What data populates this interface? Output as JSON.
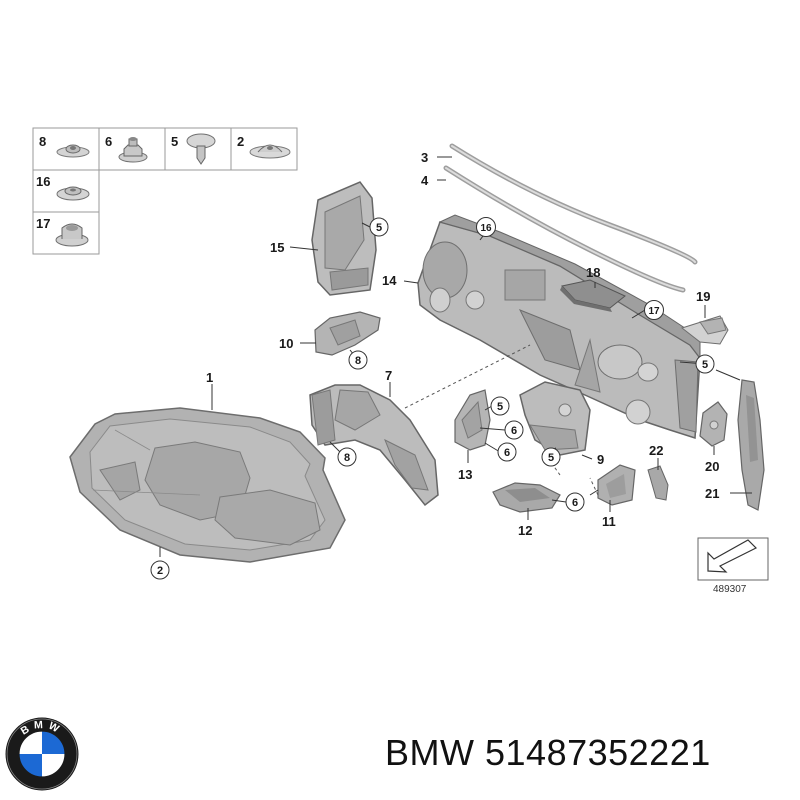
{
  "legend": {
    "cells": [
      {
        "number": "8",
        "icon": "flat-washer-nut"
      },
      {
        "number": "6",
        "icon": "hex-collar-nut"
      },
      {
        "number": "5",
        "icon": "push-rivet"
      },
      {
        "number": "2",
        "icon": "dome-clip"
      },
      {
        "number": "16",
        "icon": "round-clip"
      },
      {
        "number": "17",
        "icon": "spacer-clip"
      }
    ]
  },
  "callouts": [
    {
      "id": "1",
      "label": "1"
    },
    {
      "id": "3",
      "label": "3"
    },
    {
      "id": "4",
      "label": "4"
    },
    {
      "id": "7",
      "label": "7"
    },
    {
      "id": "9",
      "label": "9"
    },
    {
      "id": "10",
      "label": "10"
    },
    {
      "id": "11",
      "label": "11"
    },
    {
      "id": "12",
      "label": "12"
    },
    {
      "id": "13",
      "label": "13"
    },
    {
      "id": "14",
      "label": "14"
    },
    {
      "id": "15",
      "label": "15"
    },
    {
      "id": "18",
      "label": "18"
    },
    {
      "id": "19",
      "label": "19"
    },
    {
      "id": "20",
      "label": "20"
    },
    {
      "id": "21",
      "label": "21"
    },
    {
      "id": "22",
      "label": "22"
    }
  ],
  "circled": [
    {
      "id": "c5a",
      "label": "5"
    },
    {
      "id": "c16",
      "label": "16"
    },
    {
      "id": "c17",
      "label": "17"
    },
    {
      "id": "c8a",
      "label": "8"
    },
    {
      "id": "c8b",
      "label": "8"
    },
    {
      "id": "c5b",
      "label": "5"
    },
    {
      "id": "c6a",
      "label": "6"
    },
    {
      "id": "c6b",
      "label": "6"
    },
    {
      "id": "c5c",
      "label": "5"
    },
    {
      "id": "c6c",
      "label": "6"
    },
    {
      "id": "c5d",
      "label": "5"
    },
    {
      "id": "c2",
      "label": "2"
    }
  ],
  "reference_number": "489307",
  "brand": {
    "name": "BMW",
    "part_number": "51487352221",
    "logo_letters": "BMW",
    "colors": {
      "blue": "#1c69d4",
      "black": "#1a1a1a",
      "white": "#ffffff"
    }
  }
}
